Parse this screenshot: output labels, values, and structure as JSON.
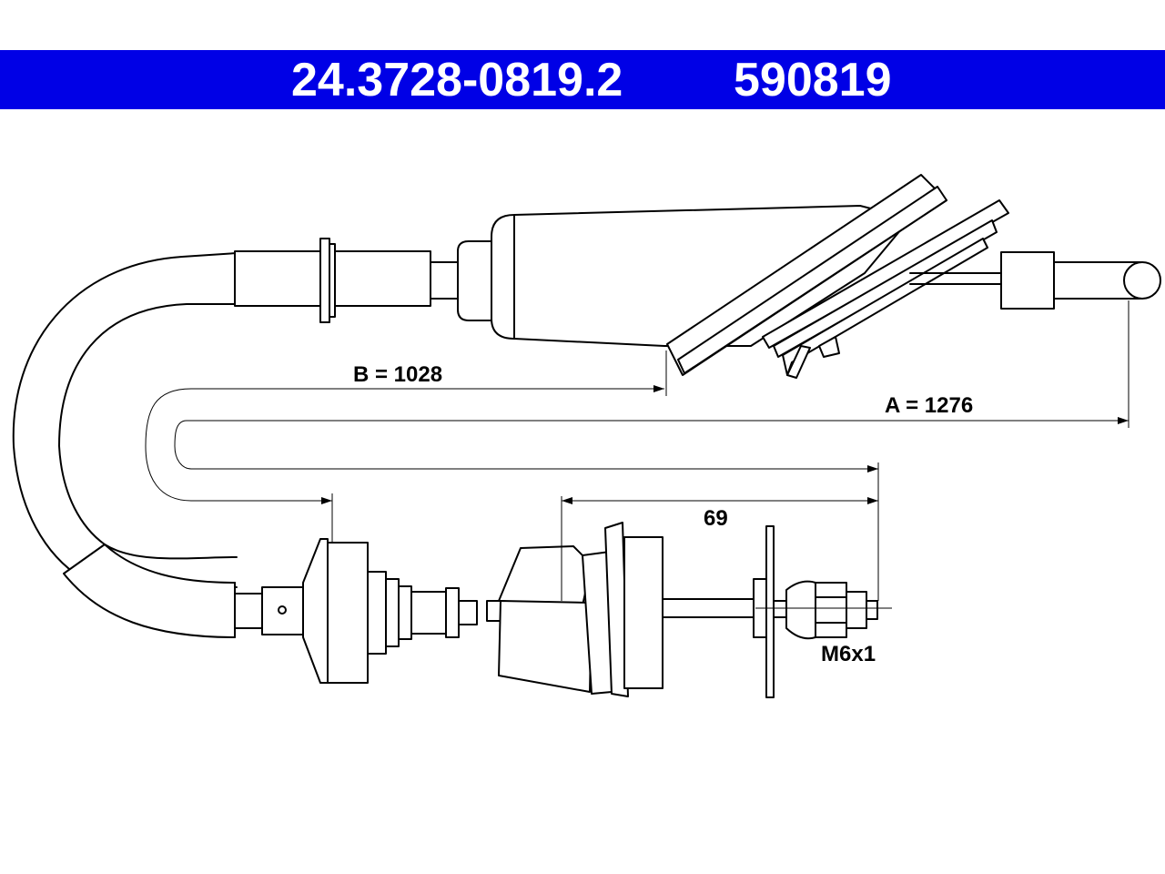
{
  "header": {
    "part_number": "24.3728-0819.2",
    "reference_number": "590819",
    "background_color": "#0000e6",
    "text_color": "#ffffff"
  },
  "dimensions": {
    "a_label": "A = 1276",
    "b_label": "B = 1028",
    "c_label": "69",
    "thread_label": "M6x1"
  }
}
